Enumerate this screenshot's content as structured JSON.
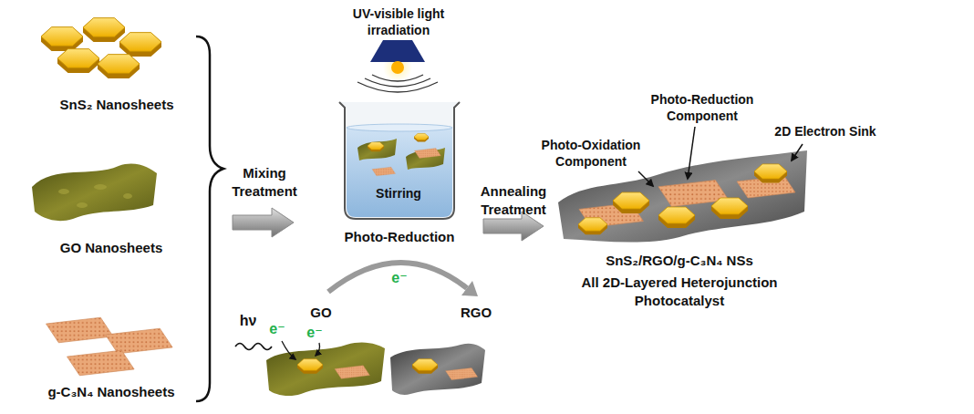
{
  "diagram": {
    "labels": [
      "SnS₂ Nanosheets",
      "GO Nanosheets",
      "g-C₃N₄ Nanosheets",
      "Mixing Treatment",
      "UV-visible light irradiation",
      "Stirring",
      "Photo-Reduction",
      "e⁻",
      "hν",
      "e⁻",
      "e⁻",
      "GO",
      "RGO",
      "Annealing Treatment",
      "Photo-Reduction Component",
      "Photo-Oxidation Component",
      "2D Electron Sink",
      "SnS₂/RGO/g-C₃N₄ NSs",
      "All 2D-Layered Heterojunction Photocatalyst"
    ]
  }
}
